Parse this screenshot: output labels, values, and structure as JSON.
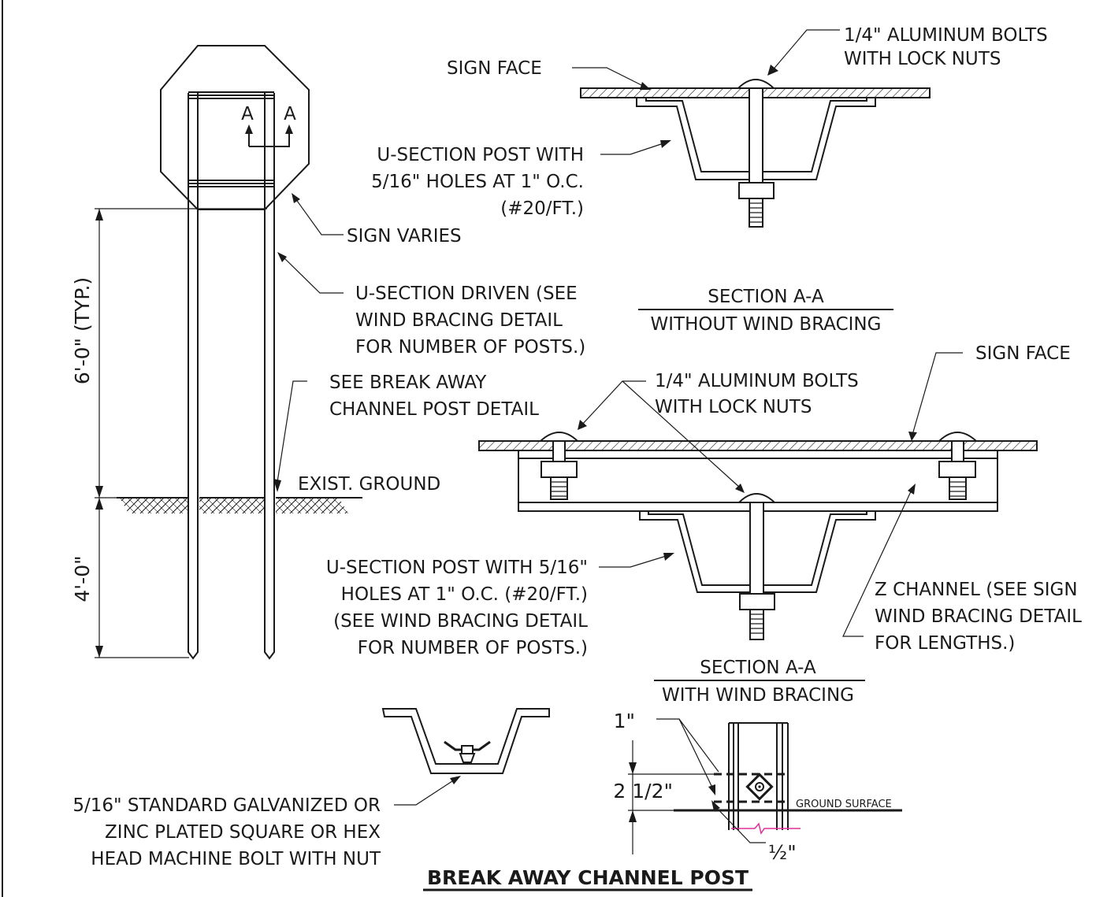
{
  "elevation": {
    "section_mark_left": "A",
    "section_mark_right": "A",
    "dim_upper": "6'-0\" (TYP.)",
    "dim_lower": "4'-0\"",
    "callout_sign_varies": "SIGN VARIES",
    "callout_driven": [
      "U-SECTION DRIVEN (SEE",
      "WIND BRACING DETAIL",
      "FOR NUMBER OF POSTS.)"
    ],
    "callout_breakaway": [
      "SEE BREAK AWAY",
      "CHANNEL POST DETAIL"
    ],
    "callout_ground": "EXIST. GROUND"
  },
  "section_no_bracing": {
    "sign_face": "SIGN FACE",
    "bolts": [
      "1/4\" ALUMINUM BOLTS",
      "WITH LOCK NUTS"
    ],
    "post": [
      "U-SECTION POST WITH",
      "5/16\" HOLES AT 1\" O.C.",
      "(#20/FT.)"
    ],
    "caption_line1": "SECTION A-A",
    "caption_line2": "WITHOUT WIND BRACING"
  },
  "section_bracing": {
    "sign_face": "SIGN FACE",
    "bolts": [
      "1/4\" ALUMINUM BOLTS",
      "WITH LOCK NUTS"
    ],
    "post": [
      "U-SECTION POST WITH 5/16\"",
      "HOLES AT 1\" O.C. (#20/FT.)",
      "(SEE WIND BRACING DETAIL",
      "FOR NUMBER OF POSTS.)"
    ],
    "z_channel": [
      "Z CHANNEL (SEE SIGN",
      "WIND BRACING DETAIL",
      "FOR LENGTHS.)"
    ],
    "caption_line1": "SECTION A-A",
    "caption_line2": "WITH WIND BRACING"
  },
  "breakaway": {
    "bolt_note": [
      "5/16\" STANDARD GALVANIZED OR",
      "ZINC PLATED SQUARE OR HEX",
      "HEAD MACHINE BOLT WITH NUT"
    ],
    "dim_top": "1\"",
    "dim_mid": "2 1/2\"",
    "dim_bottom": "½\"",
    "ground_surface": "GROUND SURFACE",
    "title": "BREAK AWAY CHANNEL POST"
  },
  "colors": {
    "line": "#1a1a1a",
    "paper": "#ffffff",
    "breakline": "#e0309a"
  }
}
